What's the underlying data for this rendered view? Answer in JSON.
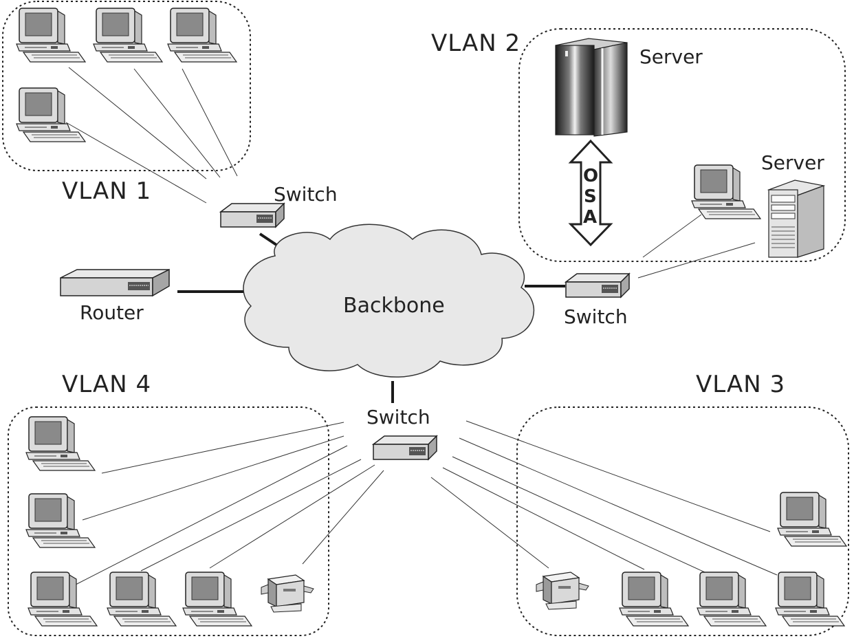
{
  "labels": {
    "vlan1": "VLAN 1",
    "vlan2": "VLAN 2",
    "vlan3": "VLAN 3",
    "vlan4": "VLAN 4",
    "switch_top": "Switch",
    "switch_right": "Switch",
    "switch_bottom": "Switch",
    "router": "Router",
    "backbone": "Backbone",
    "server_mainframe": "Server",
    "server_tower": "Server",
    "osa": [
      "O",
      "S",
      "A"
    ]
  },
  "colors": {
    "line": "#222222",
    "cloud_fill": "#e8e8e8",
    "screen": "#8a8a8a",
    "device": "#d8d8d8"
  },
  "icons": {
    "pc": "desktop-computer-icon",
    "switch": "network-switch-icon",
    "router": "router-icon",
    "printer": "printer-icon",
    "mainframe": "mainframe-server-icon",
    "tower": "tower-server-icon",
    "cloud": "cloud-icon"
  }
}
